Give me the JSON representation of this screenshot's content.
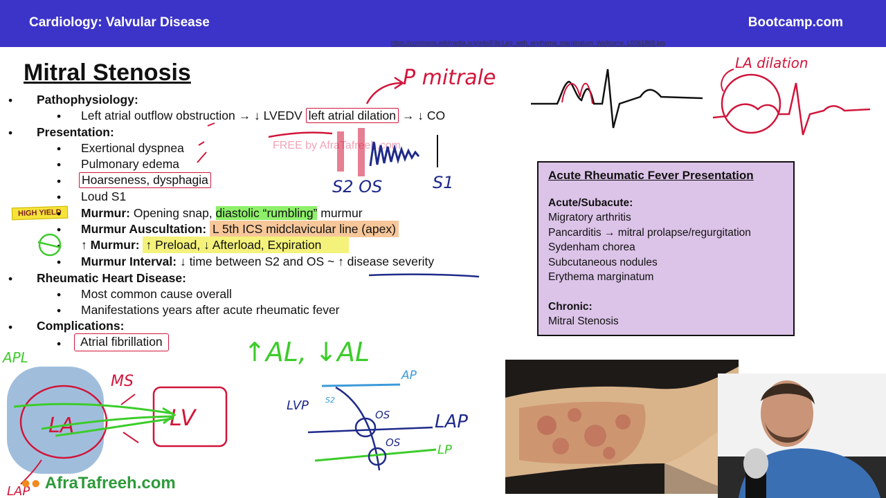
{
  "header": {
    "title": "Cardiology: Valvular Disease",
    "brand": "Bootcamp.com"
  },
  "source_url": "https://commons.wikimedia.org/wiki/File:Leg_with_erythema_marginatum_Wellcome_L0061869.jpg",
  "slide": {
    "title": "Mitral Stenosis",
    "high_yield_tag": "HIGH YIELD",
    "pathophysiology": {
      "label": "Pathophysiology:",
      "line_pre": "Left atrial outflow obstruction → ↓ LVEDV",
      "line_boxed": "left atrial dilation",
      "line_post": "→ ↓ CO"
    },
    "presentation": {
      "label": "Presentation:",
      "items": [
        "Exertional dyspnea",
        "Pulmonary edema",
        "Hoarseness, dysphagia",
        "Loud S1"
      ]
    },
    "murmur": {
      "label": "Murmur:",
      "text_pre": "Opening snap, ",
      "text_green": "diastolic “rumbling”",
      "text_post": " murmur"
    },
    "auscultation": {
      "label": "Murmur Auscultation:",
      "text": "L 5th ICS midclavicular line (apex)"
    },
    "maneuver": {
      "label": "↑ Murmur:",
      "text": "↑ Preload, ↓ Afterload, Expiration"
    },
    "interval": {
      "label": "Murmur Interval:",
      "text": "↓ time between S2 and OS ~ ↑ disease severity"
    },
    "rhd": {
      "label": "Rheumatic Heart Disease:",
      "items": [
        "Most common cause overall",
        "Manifestations years after acute rheumatic fever"
      ]
    },
    "complications": {
      "label": "Complications:",
      "item": "Atrial fibrillation"
    }
  },
  "arf_box": {
    "title": "Acute Rheumatic Fever Presentation",
    "acute_label": "Acute/Subacute:",
    "acute_items": [
      "Migratory arthritis",
      "Pancarditis → mitral prolapse/regurgitation",
      "Sydenham chorea",
      "Subcutaneous nodules",
      "Erythema marginatum"
    ],
    "chronic_label": "Chronic:",
    "chronic_item": "Mitral Stenosis"
  },
  "handwriting": {
    "p_mitrale": "P mitrale",
    "la_dilation": "LA dilation",
    "s2_os": "S2 OS",
    "s1": "S1",
    "al_up_down": "↑AL, ↓AL",
    "apl": "APL",
    "ms": "MS",
    "la": "LA",
    "lv": "LV",
    "lvp": "LVP",
    "s2": "S2",
    "ap": "AP",
    "os1": "OS",
    "os2": "OS",
    "lap": "LAP",
    "lp": "LP",
    "lap_small": "LAP"
  },
  "watermarks": {
    "free": "FREE by AfraTafreeh.com",
    "logo": "AfraTafreeh.com"
  },
  "colors": {
    "header_bg": "#3c34c8",
    "ink_red": "#d1153a",
    "ink_green": "#3ccc2a",
    "ink_blue": "#1f2a8a",
    "arf_bg": "#dcc3e8"
  }
}
